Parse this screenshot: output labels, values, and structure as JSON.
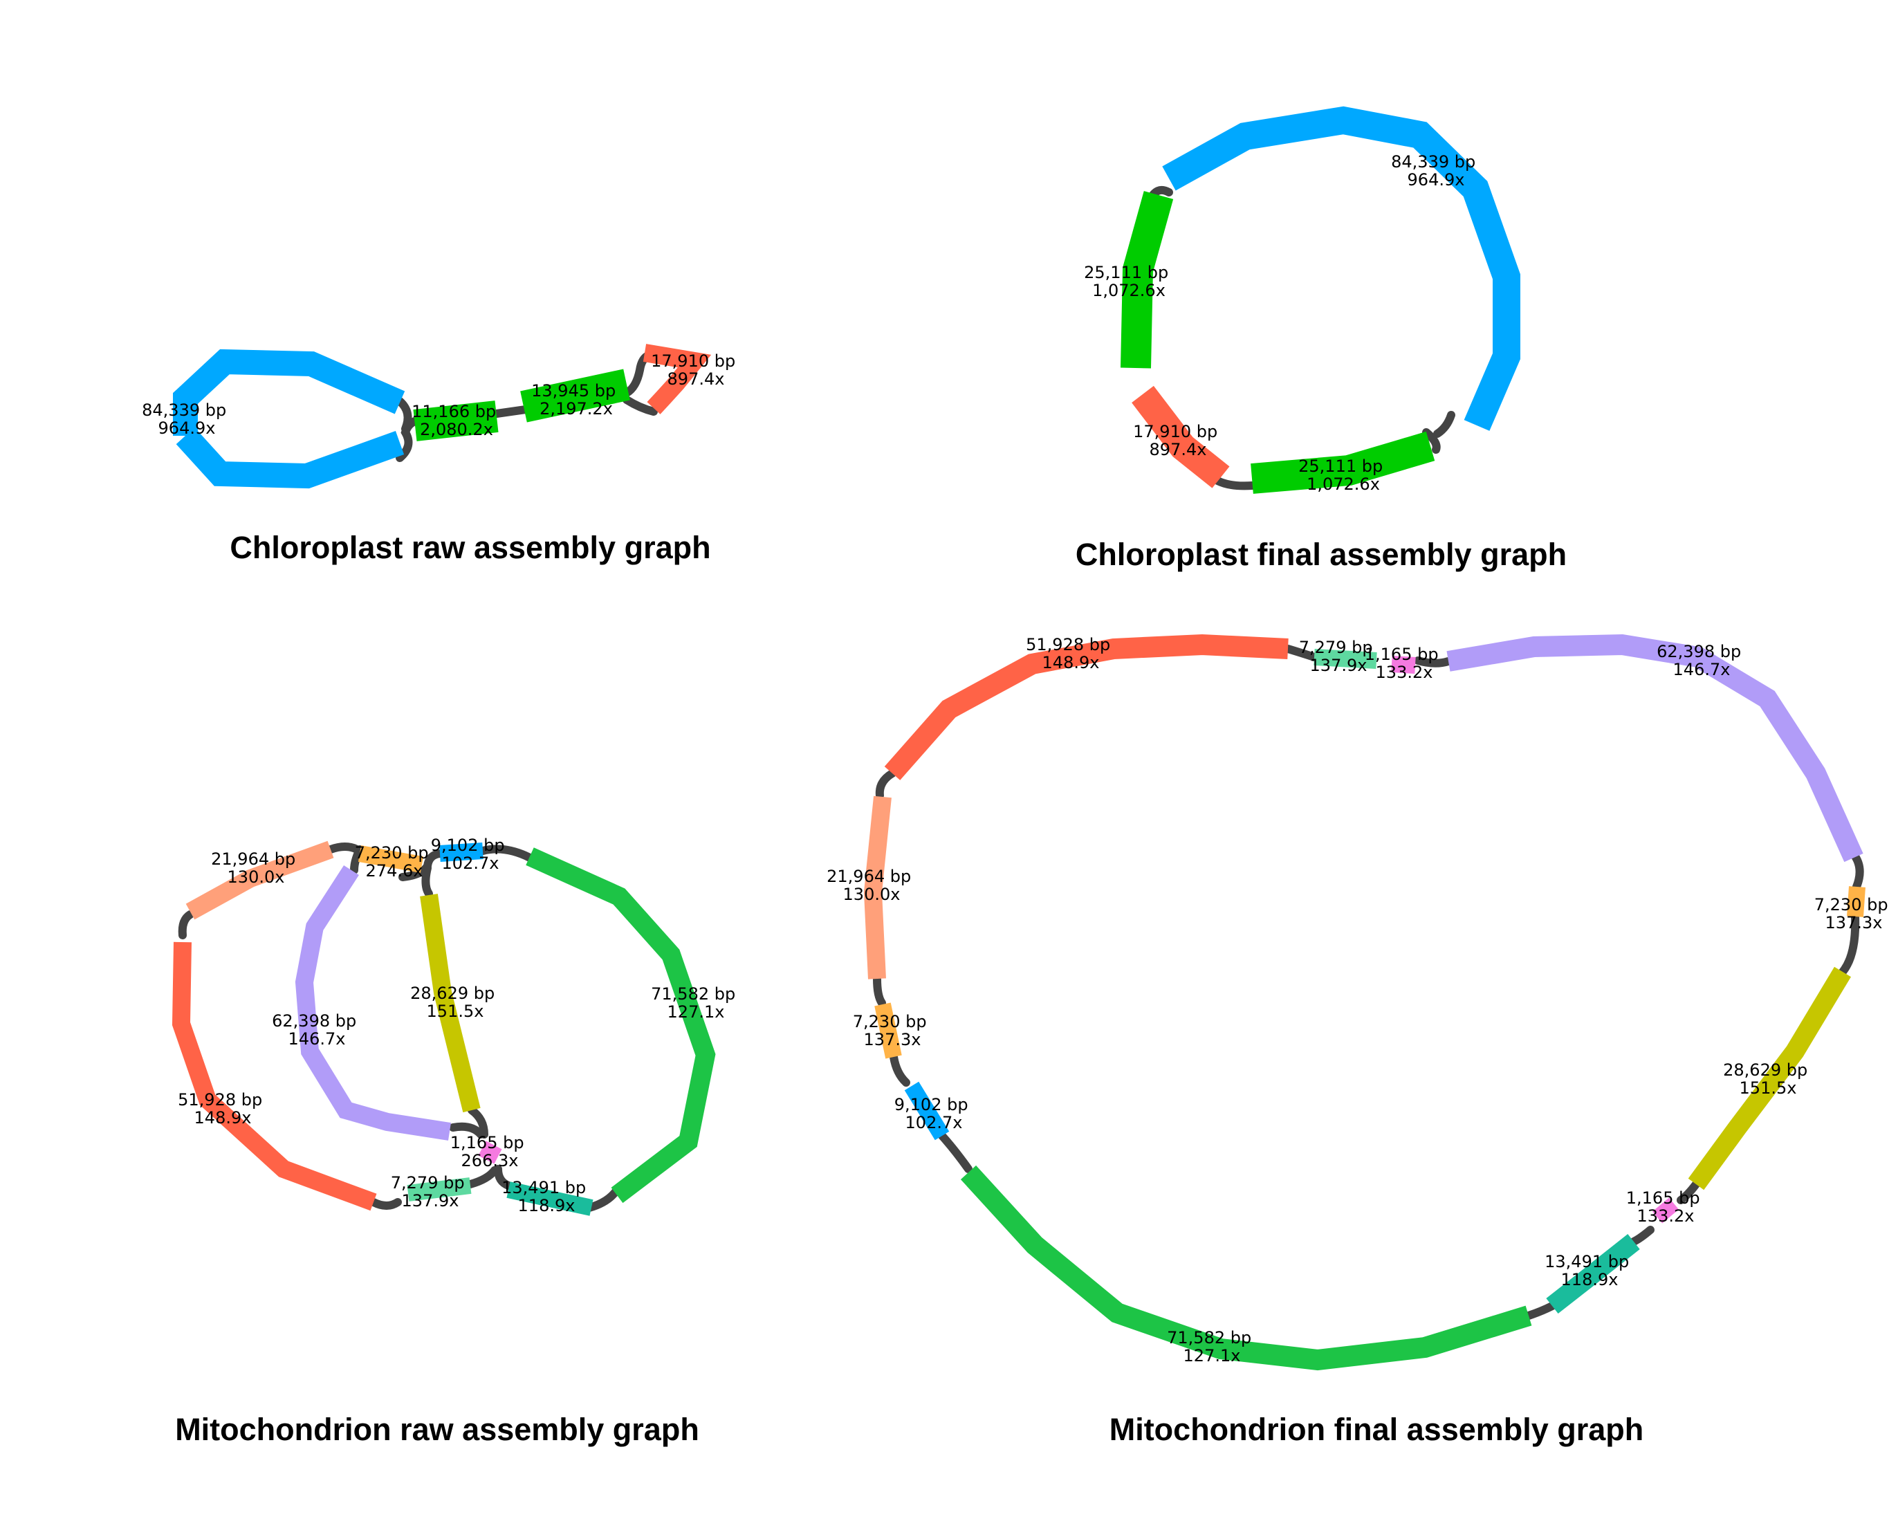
{
  "colors": {
    "blue": "#00a8ff",
    "green_dark": "#00cc00",
    "green": "#1dc446",
    "red": "#ff6347",
    "salmon": "#ffa07a",
    "orange": "#ffb347",
    "lavender": "#b19cf8",
    "olive": "#c6c600",
    "pink": "#f57ae0",
    "mint": "#5ed9a0",
    "teal": "#1abc9c",
    "link": "#444444"
  },
  "panels": [
    {
      "id": "chloroplast-raw",
      "title": "Chloroplast raw assembly graph",
      "nodes": [
        {
          "id": "cpr-84339",
          "bp": "84,339 bp",
          "cov": "964.9x",
          "color": "blue"
        },
        {
          "id": "cpr-11166",
          "bp": "11,166 bp",
          "cov": "2,080.2x",
          "color": "green_dark"
        },
        {
          "id": "cpr-13945",
          "bp": "13,945 bp",
          "cov": "2,197.2x",
          "color": "green_dark"
        },
        {
          "id": "cpr-17910",
          "bp": "17,910 bp",
          "cov": "897.4x",
          "color": "red"
        }
      ]
    },
    {
      "id": "chloroplast-final",
      "title": "Chloroplast final assembly graph",
      "nodes": [
        {
          "id": "cpf-84339",
          "bp": "84,339 bp",
          "cov": "964.9x",
          "color": "blue"
        },
        {
          "id": "cpf-25111a",
          "bp": "25,111 bp",
          "cov": "1,072.6x",
          "color": "green_dark"
        },
        {
          "id": "cpf-17910",
          "bp": "17,910 bp",
          "cov": "897.4x",
          "color": "red"
        },
        {
          "id": "cpf-25111b",
          "bp": "25,111 bp",
          "cov": "1,072.6x",
          "color": "green_dark"
        }
      ]
    },
    {
      "id": "mitochondrion-raw",
      "title": "Mitochondrion raw assembly graph",
      "nodes": [
        {
          "id": "mtr-21964",
          "bp": "21,964 bp",
          "cov": "130.0x",
          "color": "salmon"
        },
        {
          "id": "mtr-7230",
          "bp": "7,230 bp",
          "cov": "274.6x",
          "color": "orange"
        },
        {
          "id": "mtr-9102",
          "bp": "9,102 bp",
          "cov": "102.7x",
          "color": "blue"
        },
        {
          "id": "mtr-71582",
          "bp": "71,582 bp",
          "cov": "127.1x",
          "color": "green"
        },
        {
          "id": "mtr-28629",
          "bp": "28,629 bp",
          "cov": "151.5x",
          "color": "olive"
        },
        {
          "id": "mtr-62398",
          "bp": "62,398 bp",
          "cov": "146.7x",
          "color": "lavender"
        },
        {
          "id": "mtr-51928",
          "bp": "51,928 bp",
          "cov": "148.9x",
          "color": "red"
        },
        {
          "id": "mtr-1165",
          "bp": "1,165 bp",
          "cov": "266.3x",
          "color": "pink"
        },
        {
          "id": "mtr-7279",
          "bp": "7,279 bp",
          "cov": "137.9x",
          "color": "mint"
        },
        {
          "id": "mtr-13491",
          "bp": "13,491 bp",
          "cov": "118.9x",
          "color": "teal"
        }
      ]
    },
    {
      "id": "mitochondrion-final",
      "title": "Mitochondrion final assembly graph",
      "nodes": [
        {
          "id": "mtf-51928",
          "bp": "51,928 bp",
          "cov": "148.9x",
          "color": "red"
        },
        {
          "id": "mtf-7279",
          "bp": "7,279 bp",
          "cov": "137.9x",
          "color": "mint"
        },
        {
          "id": "mtf-1165a",
          "bp": "1,165 bp",
          "cov": "133.2x",
          "color": "pink"
        },
        {
          "id": "mtf-62398",
          "bp": "62,398 bp",
          "cov": "146.7x",
          "color": "lavender"
        },
        {
          "id": "mtf-21964",
          "bp": "21,964 bp",
          "cov": "130.0x",
          "color": "salmon"
        },
        {
          "id": "mtf-7230a",
          "bp": "7,230 bp",
          "cov": "137.3x",
          "color": "orange"
        },
        {
          "id": "mtf-7230b",
          "bp": "7,230 bp",
          "cov": "137.3x",
          "color": "orange"
        },
        {
          "id": "mtf-9102",
          "bp": "9,102 bp",
          "cov": "102.7x",
          "color": "blue"
        },
        {
          "id": "mtf-28629",
          "bp": "28,629 bp",
          "cov": "151.5x",
          "color": "olive"
        },
        {
          "id": "mtf-1165b",
          "bp": "1,165 bp",
          "cov": "133.2x",
          "color": "pink"
        },
        {
          "id": "mtf-13491",
          "bp": "13,491 bp",
          "cov": "118.9x",
          "color": "teal"
        },
        {
          "id": "mtf-71582",
          "bp": "71,582 bp",
          "cov": "127.1x",
          "color": "green"
        }
      ]
    }
  ]
}
